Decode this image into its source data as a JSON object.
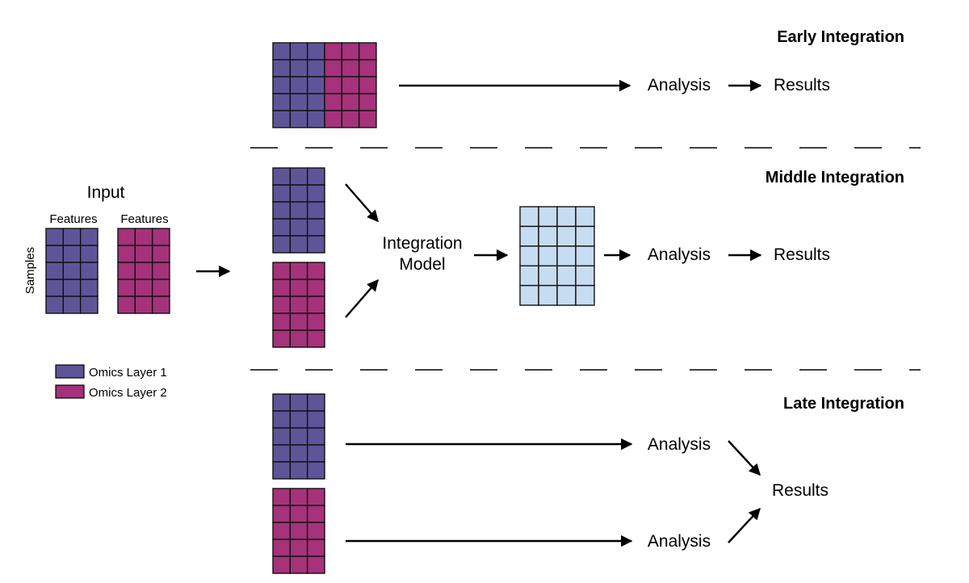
{
  "colors": {
    "layer1": "#5e5599",
    "layer2": "#a5327a",
    "integrated": "#c6dcf1",
    "grid_line": "#111111"
  },
  "input": {
    "title": "Input",
    "features_label_1": "Features",
    "features_label_2": "Features",
    "samples_label": "Samples"
  },
  "legend": {
    "items": [
      {
        "label": "Omics Layer 1",
        "color": "#5e5599"
      },
      {
        "label": "Omics Layer 2",
        "color": "#a5327a"
      }
    ]
  },
  "sections": {
    "early": {
      "title": "Early Integration",
      "analysis": "Analysis",
      "results": "Results"
    },
    "middle": {
      "title": "Middle Integration",
      "model_line1": "Integration",
      "model_line2": "Model",
      "analysis": "Analysis",
      "results": "Results"
    },
    "late": {
      "title": "Late Integration",
      "analysis_1": "Analysis",
      "analysis_2": "Analysis",
      "results": "Results"
    }
  }
}
